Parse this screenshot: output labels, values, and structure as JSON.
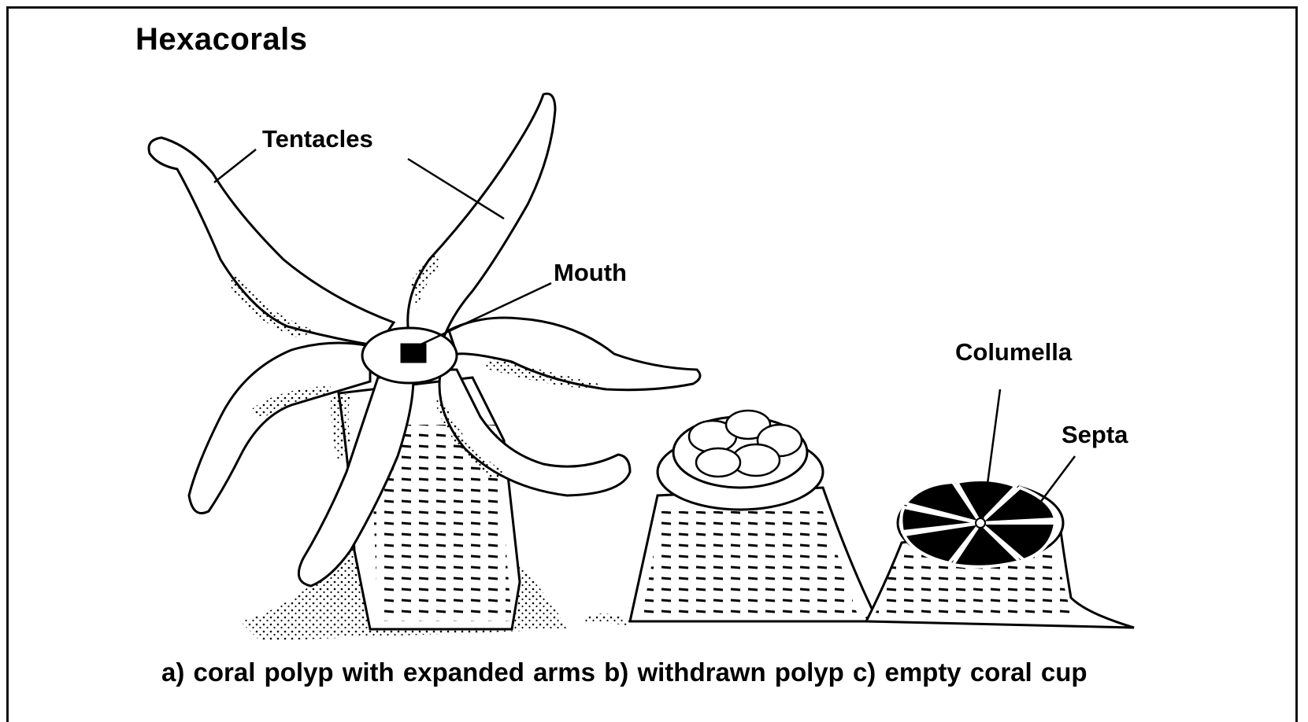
{
  "title": "Hexacorals",
  "labels": {
    "tentacles": "Tentacles",
    "mouth": "Mouth",
    "columella": "Columella",
    "septa": "Septa"
  },
  "caption": "a) coral polyp with expanded arms  b) withdrawn polyp  c) empty coral cup",
  "colors": {
    "ink": "#000000",
    "background": "#ffffff",
    "frame": "#111111"
  }
}
